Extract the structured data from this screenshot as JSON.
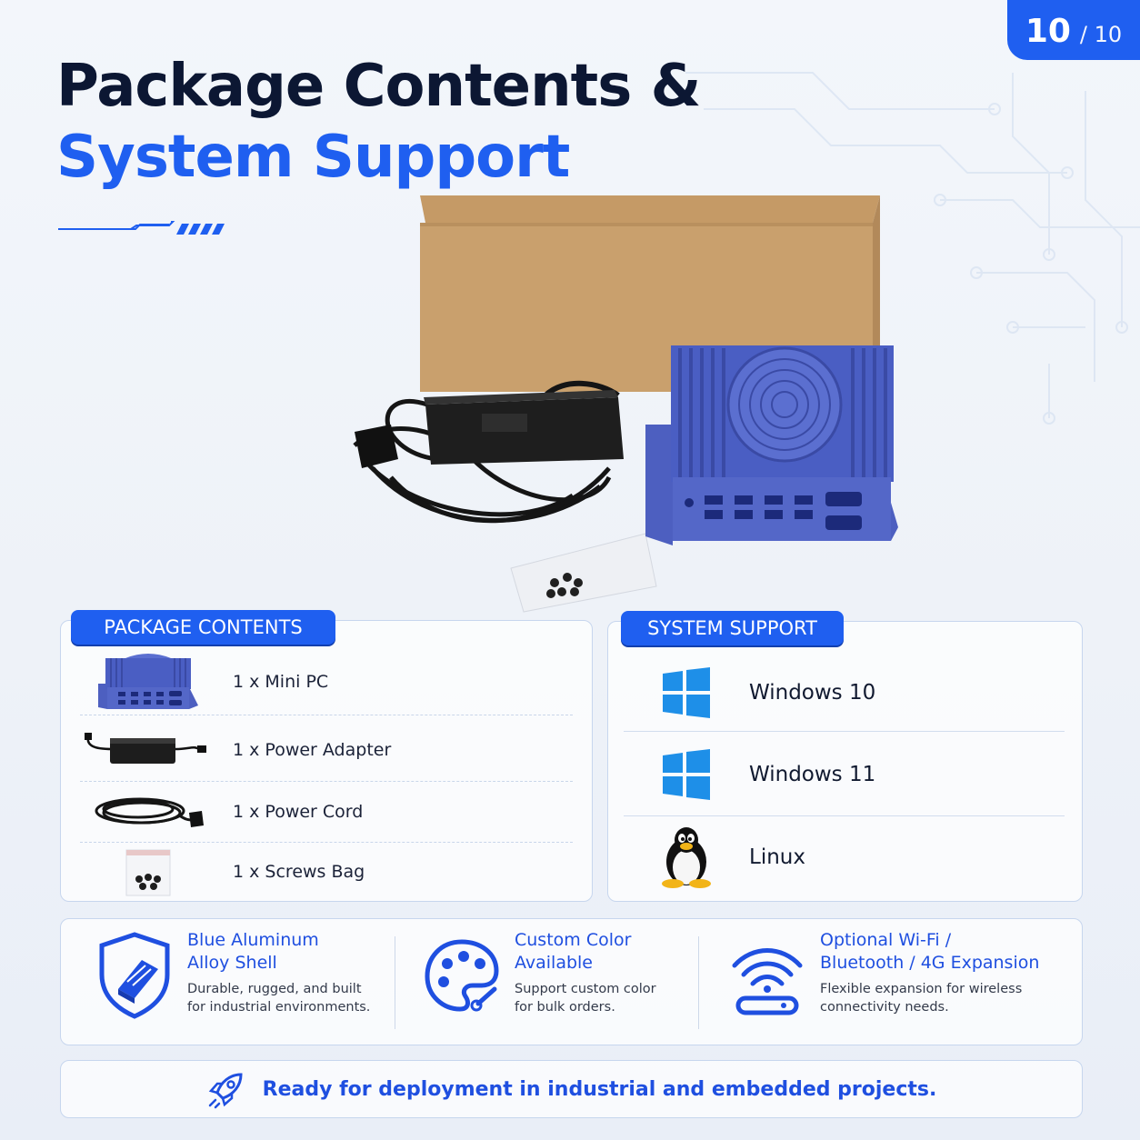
{
  "page_indicator": {
    "current": "10",
    "total": "/ 10"
  },
  "title": {
    "line1": "Package Contents &",
    "line2": "System Support"
  },
  "package_contents": {
    "heading": "PACKAGE CONTENTS",
    "items": [
      {
        "label": "1 x Mini PC"
      },
      {
        "label": "1 x Power Adapter"
      },
      {
        "label": "1 x Power Cord"
      },
      {
        "label": "1 x Screws Bag"
      }
    ]
  },
  "system_support": {
    "heading": "SYSTEM SUPPORT",
    "items": [
      {
        "label": "Windows 10",
        "icon": "windows-icon"
      },
      {
        "label": "Windows 11",
        "icon": "windows-icon"
      },
      {
        "label": "Linux",
        "icon": "tux-penguin-icon"
      }
    ]
  },
  "features": [
    {
      "icon": "shield-icon",
      "title_line1": "Blue Aluminum",
      "title_line2": "Alloy Shell",
      "desc_line1": "Durable, rugged, and built",
      "desc_line2": "for industrial environments."
    },
    {
      "icon": "palette-icon",
      "title_line1": "Custom Color",
      "title_line2": "Available",
      "desc_line1": "Support custom color",
      "desc_line2": "for bulk orders."
    },
    {
      "icon": "wifi-router-icon",
      "title_line1": "Optional Wi-Fi /",
      "title_line2": "Bluetooth / 4G Expansion",
      "desc_line1": "Flexible expansion for wireless",
      "desc_line2": "connectivity needs."
    }
  ],
  "footer": {
    "icon": "rocket-icon",
    "text": "Ready for deployment in industrial and embedded projects."
  },
  "colors": {
    "accent": "#1f5ff0",
    "title_dark": "#0c1733",
    "device_blue": "#4a5fc4",
    "windows_blue": "#1e8fe8"
  }
}
